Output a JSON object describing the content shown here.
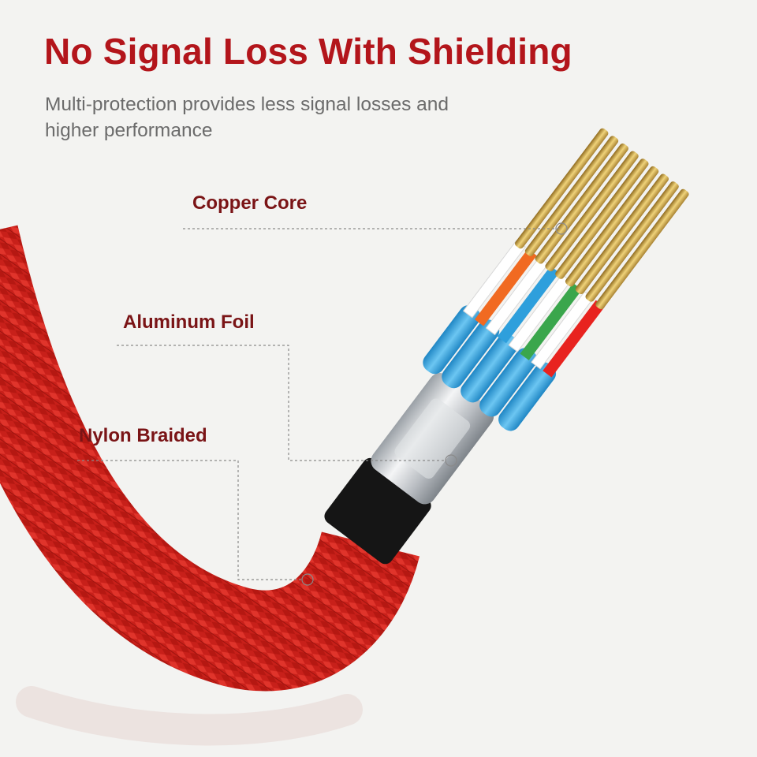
{
  "header": {
    "title": "No Signal Loss With Shielding",
    "subtitle": "Multi-protection provides less signal losses and higher performance"
  },
  "callouts": {
    "copper_core": "Copper Core",
    "aluminum_foil": "Aluminum Foil",
    "nylon_braided": "Nylon Braided"
  },
  "colors": {
    "title": "#b3151b",
    "callout_text": "#7a1416",
    "subtitle": "#6b6b6b",
    "background": "#f3f3f1",
    "braid_red": "#d5261f",
    "connector_black": "#151515",
    "connector_metal": "#c9ccd0",
    "insulation_blue": "#2e9fdc",
    "copper_gold": "#c9a544",
    "wire_colors": [
      "#ffffff",
      "#f16a21",
      "#2e9fdc",
      "#ffffff",
      "#3aa64c",
      "#ffffff",
      "#e8231f"
    ]
  }
}
